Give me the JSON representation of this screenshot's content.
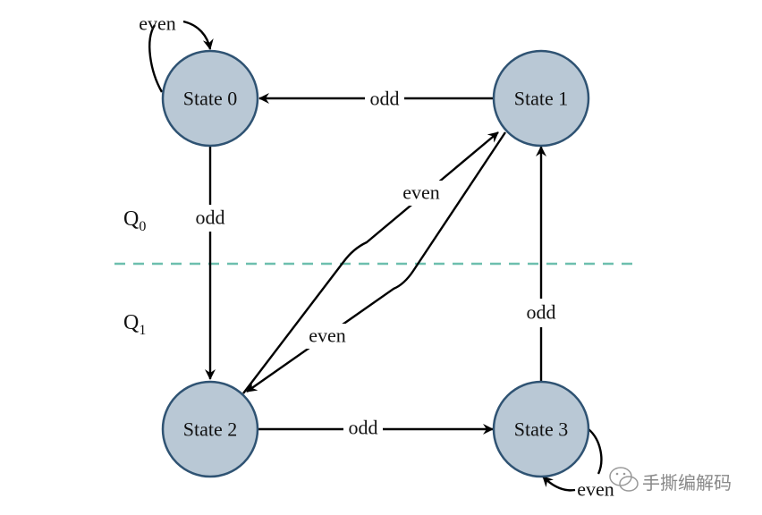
{
  "diagram": {
    "type": "state-machine",
    "states": [
      {
        "id": "s0",
        "label": "State 0"
      },
      {
        "id": "s1",
        "label": "State 1"
      },
      {
        "id": "s2",
        "label": "State 2"
      },
      {
        "id": "s3",
        "label": "State 3"
      }
    ],
    "transitions": [
      {
        "from": "s0",
        "to": "s0",
        "label": "even"
      },
      {
        "from": "s1",
        "to": "s0",
        "label": "odd"
      },
      {
        "from": "s0",
        "to": "s2",
        "label": "odd"
      },
      {
        "from": "s2",
        "to": "s1",
        "label": "even"
      },
      {
        "from": "s1",
        "to": "s2",
        "label": "even"
      },
      {
        "from": "s2",
        "to": "s3",
        "label": "odd"
      },
      {
        "from": "s3",
        "to": "s1",
        "label": "odd"
      },
      {
        "from": "s3",
        "to": "s3",
        "label": "even"
      }
    ],
    "regions": [
      {
        "base": "Q",
        "sub": "0"
      },
      {
        "base": "Q",
        "sub": "1"
      }
    ],
    "divider_color": "#6dbfae",
    "state_fill": "#b9c8d5",
    "state_stroke": "#2f5373"
  },
  "watermark": {
    "text": "手撕编解码",
    "icon": "wechat-icon"
  }
}
